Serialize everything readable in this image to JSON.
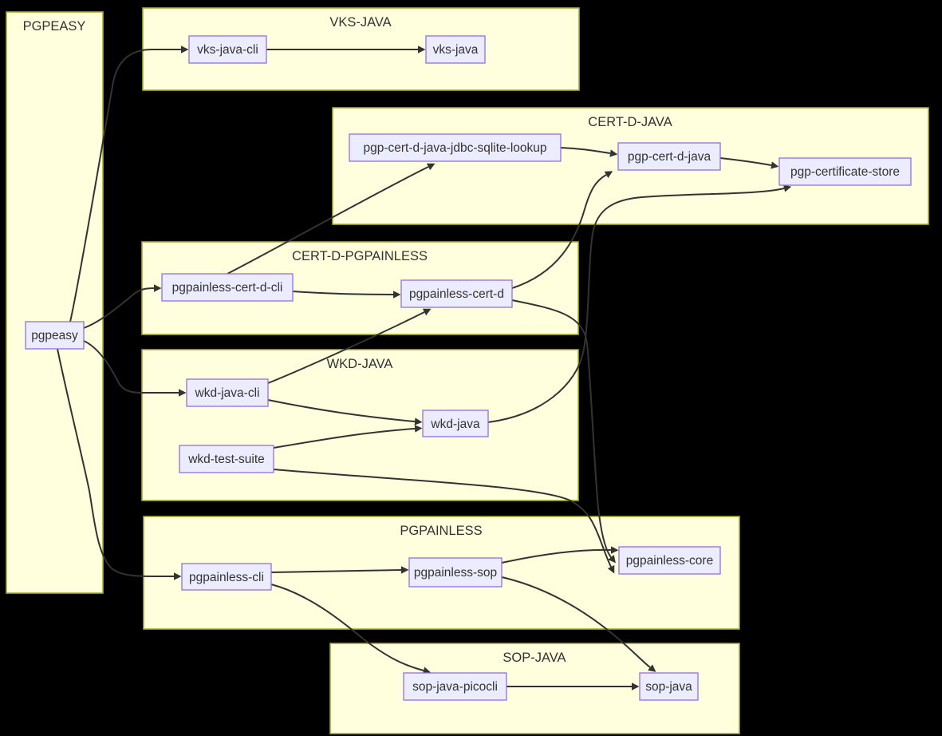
{
  "diagram": {
    "type": "flowchart",
    "background": "#000000",
    "colors": {
      "group_fill": "#ffffde",
      "group_border": "#aaaa33",
      "node_fill": "#ececff",
      "node_border": "#9370db",
      "edge": "#333333",
      "text": "#333333"
    },
    "groups": {
      "pgpeasy": {
        "label": "PGPEASY",
        "nodes": [
          "pgpeasy"
        ]
      },
      "vks_java": {
        "label": "VKS-JAVA",
        "nodes": [
          "vks-java-cli",
          "vks-java"
        ]
      },
      "cert_d_java": {
        "label": "CERT-D-JAVA",
        "nodes": [
          "pgp-cert-d-java-jdbc-sqlite-lookup",
          "pgp-cert-d-java",
          "pgp-certificate-store"
        ]
      },
      "cert_d_pgpainless": {
        "label": "CERT-D-PGPAINLESS",
        "nodes": [
          "pgpainless-cert-d-cli",
          "pgpainless-cert-d"
        ]
      },
      "wkd_java": {
        "label": "WKD-JAVA",
        "nodes": [
          "wkd-java-cli",
          "wkd-java",
          "wkd-test-suite"
        ]
      },
      "pgpainless": {
        "label": "PGPAINLESS",
        "nodes": [
          "pgpainless-cli",
          "pgpainless-sop",
          "pgpainless-core"
        ]
      },
      "sop_java": {
        "label": "SOP-JAVA",
        "nodes": [
          "sop-java-picocli",
          "sop-java"
        ]
      }
    },
    "nodes": {
      "pgpeasy": {
        "label": "pgpeasy"
      },
      "vks_java_cli": {
        "label": "vks-java-cli"
      },
      "vks_java": {
        "label": "vks-java"
      },
      "jdbc_sqlite_lookup": {
        "label": "pgp-cert-d-java-jdbc-sqlite-lookup"
      },
      "pgp_cert_d_java": {
        "label": "pgp-cert-d-java"
      },
      "pgp_certificate_store": {
        "label": "pgp-certificate-store"
      },
      "pgpainless_cert_d_cli": {
        "label": "pgpainless-cert-d-cli"
      },
      "pgpainless_cert_d": {
        "label": "pgpainless-cert-d"
      },
      "wkd_java_cli": {
        "label": "wkd-java-cli"
      },
      "wkd_java": {
        "label": "wkd-java"
      },
      "wkd_test_suite": {
        "label": "wkd-test-suite"
      },
      "pgpainless_cli": {
        "label": "pgpainless-cli"
      },
      "pgpainless_sop": {
        "label": "pgpainless-sop"
      },
      "pgpainless_core": {
        "label": "pgpainless-core"
      },
      "sop_java_picocli": {
        "label": "sop-java-picocli"
      },
      "sop_java": {
        "label": "sop-java"
      }
    },
    "edges": [
      {
        "from": "pgpeasy",
        "to": "vks-java-cli"
      },
      {
        "from": "pgpeasy",
        "to": "pgpainless-cert-d-cli"
      },
      {
        "from": "pgpeasy",
        "to": "wkd-java-cli"
      },
      {
        "from": "pgpeasy",
        "to": "pgpainless-cli"
      },
      {
        "from": "vks-java-cli",
        "to": "vks-java"
      },
      {
        "from": "pgpainless-cert-d-cli",
        "to": "pgp-cert-d-java-jdbc-sqlite-lookup"
      },
      {
        "from": "pgpainless-cert-d-cli",
        "to": "pgpainless-cert-d"
      },
      {
        "from": "pgp-cert-d-java-jdbc-sqlite-lookup",
        "to": "pgp-cert-d-java"
      },
      {
        "from": "pgp-cert-d-java",
        "to": "pgp-certificate-store"
      },
      {
        "from": "pgpainless-cert-d",
        "to": "pgp-cert-d-java"
      },
      {
        "from": "pgpainless-cert-d",
        "to": "pgpainless-core"
      },
      {
        "from": "wkd-java-cli",
        "to": "pgpainless-cert-d"
      },
      {
        "from": "wkd-java-cli",
        "to": "wkd-java"
      },
      {
        "from": "wkd-test-suite",
        "to": "wkd-java"
      },
      {
        "from": "wkd-test-suite",
        "to": "pgpainless-core"
      },
      {
        "from": "wkd-java",
        "to": "pgp-certificate-store"
      },
      {
        "from": "pgpainless-cli",
        "to": "pgpainless-sop"
      },
      {
        "from": "pgpainless-cli",
        "to": "sop-java-picocli"
      },
      {
        "from": "pgpainless-sop",
        "to": "pgpainless-core"
      },
      {
        "from": "pgpainless-sop",
        "to": "sop-java"
      },
      {
        "from": "sop-java-picocli",
        "to": "sop-java"
      }
    ]
  }
}
